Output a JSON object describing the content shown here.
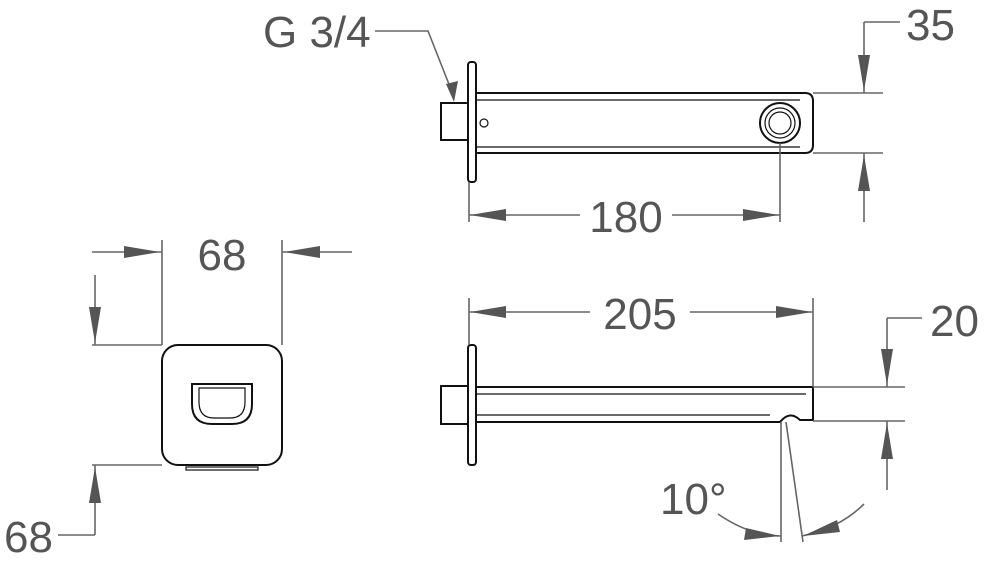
{
  "drawing": {
    "labels": {
      "thread": "G 3/4",
      "top_height": "35",
      "top_length": "180",
      "front_width": "68",
      "front_height": "68",
      "side_length": "205",
      "side_height": "20",
      "angle": "10°"
    },
    "colors": {
      "outline": "#111111",
      "dimension": "#666666",
      "text": "#555555",
      "background": "#ffffff"
    }
  }
}
